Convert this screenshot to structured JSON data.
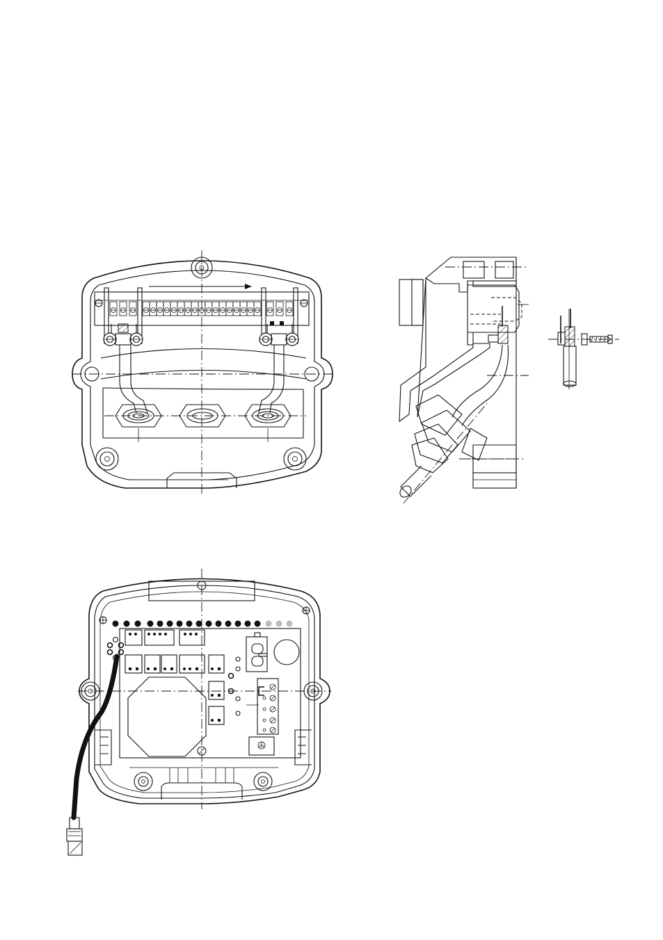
{
  "figures": [
    {
      "id": "terminal-housing-top-view"
    },
    {
      "id": "housing-cross-section"
    },
    {
      "id": "cable-shield-detail"
    },
    {
      "id": "circuit-board-view"
    }
  ],
  "colors": {
    "line": "#111111",
    "background": "#ffffff",
    "dot_inactive": "#bbbbbb"
  }
}
